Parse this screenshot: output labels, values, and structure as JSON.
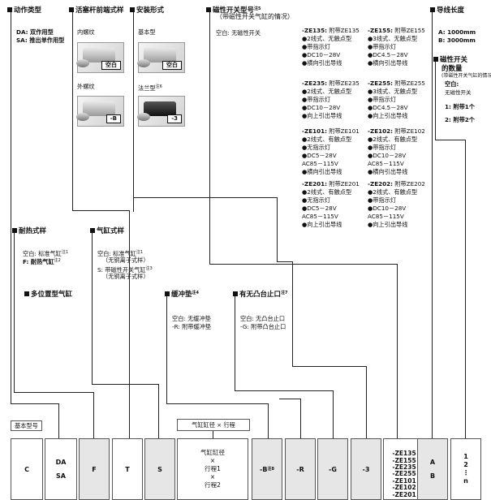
{
  "action": {
    "title": "动作类型",
    "lines": [
      "DA:  双作用型",
      "SA:  推出单作用型"
    ]
  },
  "rod_end": {
    "title": "活塞杆前端式样",
    "internal": "内螺纹",
    "external": "外螺纹",
    "tag_internal": "空白",
    "tag_external": "-B"
  },
  "mount": {
    "title": "安装形式",
    "basic": "基本型",
    "flange": "法兰型",
    "flange_note": "注6",
    "tag_basic": "空白",
    "tag_flange": "-3"
  },
  "switch": {
    "title": "磁性开关型号",
    "note": "注5",
    "sub": "（带磁性开关气缸的情况）",
    "blank": "空白:  无磁性开关",
    "left": [
      {
        "code": "-ZE135:",
        "desc": "附带ZE135",
        "lines": [
          "●2线式、无触点型",
          "●带指示灯",
          "●DC10－28V",
          "●横向引出导线"
        ]
      },
      {
        "code": "-ZE235:",
        "desc": "附带ZE235",
        "lines": [
          "●2线式、无触点型",
          "●带指示灯",
          "●DC10－28V",
          "●向上引出导线"
        ]
      },
      {
        "code": "-ZE101:",
        "desc": "附带ZE101",
        "lines": [
          "●2线式、有触点型",
          "●无指示灯",
          "●DC5－28V",
          "  AC85－115V",
          "●横向引出导线"
        ]
      },
      {
        "code": "-ZE201:",
        "desc": "附带ZE201",
        "lines": [
          "●2线式、有触点型",
          "●无指示灯",
          "●DC5－28V",
          "  AC85－115V",
          "●向上引出导线"
        ]
      }
    ],
    "right": [
      {
        "code": "-ZE155:",
        "desc": "附带ZE155",
        "lines": [
          "●3线式、无触点型",
          "●带指示灯",
          "●DC4.5－28V",
          "●横向引出导线"
        ]
      },
      {
        "code": "-ZE255:",
        "desc": "附带ZE255",
        "lines": [
          "●3线式、无触点型",
          "●带指示灯",
          "●DC4.5－28V",
          "●向上引出导线"
        ]
      },
      {
        "code": "-ZE102:",
        "desc": "附带ZE102",
        "lines": [
          "●2线式、有触点型",
          "●带指示灯",
          "●DC10－28V",
          "  AC85－115V",
          "●横向引出导线"
        ]
      },
      {
        "code": "-ZE202:",
        "desc": "附带ZE202",
        "lines": [
          "●2线式、有触点型",
          "●带指示灯",
          "●DC10－28V",
          "  AC85－115V",
          "●向上引出导线"
        ]
      }
    ]
  },
  "lead": {
    "title": "导线长度",
    "lines": [
      "A:  1000mm",
      "B:  3000mm"
    ]
  },
  "qty": {
    "title": "磁性开关",
    "title2": "的数量",
    "sub": "(带磁性开关气缸的情况)",
    "blank": "空白:",
    "blank2": "无磁性开关",
    "lines": [
      "1:  附带1个",
      "2:  附带2个"
    ]
  },
  "heat": {
    "title": "耐热式样",
    "l1": "空白:  标准气缸",
    "l1n": "注1",
    "l2": "F:  耐热气缸",
    "l2n": "注2"
  },
  "cylinder": {
    "title": "气缸式样",
    "l1": "空白:  标准气缸",
    "l1n": "注1",
    "l1b": "（无铜离子式样）",
    "l2": "S:  带磁性开关气缸",
    "l2n": "注3",
    "l2b": "（无铜离子式样）"
  },
  "multi": {
    "title": "多位置型气缸"
  },
  "cushion": {
    "title": "缓冲垫",
    "note": "注4",
    "lines": [
      "空白:  无缓冲垫",
      "-R:  附带缓冲垫"
    ]
  },
  "stop": {
    "title": "有无凸台止口",
    "note": "注7",
    "lines": [
      "空白:  无凸台止口",
      "-G:  附带凸台止口"
    ]
  },
  "bottom": {
    "basic_label": "基本型号",
    "bore_label": "气缸缸径 × 行程",
    "c": "C",
    "da": "DA",
    "sa": "SA",
    "f": "F",
    "t": "T",
    "s": "S",
    "bore1": "气缸缸径",
    "x1": "×",
    "stroke1": "行程1",
    "x2": "×",
    "stroke2": "行程2",
    "b": "-B",
    "b_note": "注8",
    "r": "-R",
    "g": "-G",
    "three": "-3",
    "ze": [
      "-ZE135",
      "-ZE155",
      "-ZE235",
      "-ZE255",
      "-ZE101",
      "-ZE102",
      "-ZE201"
    ],
    "a": "A",
    "bb": "B",
    "n1": "1",
    "n2": "2",
    "dots": "⋮",
    "nn": "n"
  }
}
